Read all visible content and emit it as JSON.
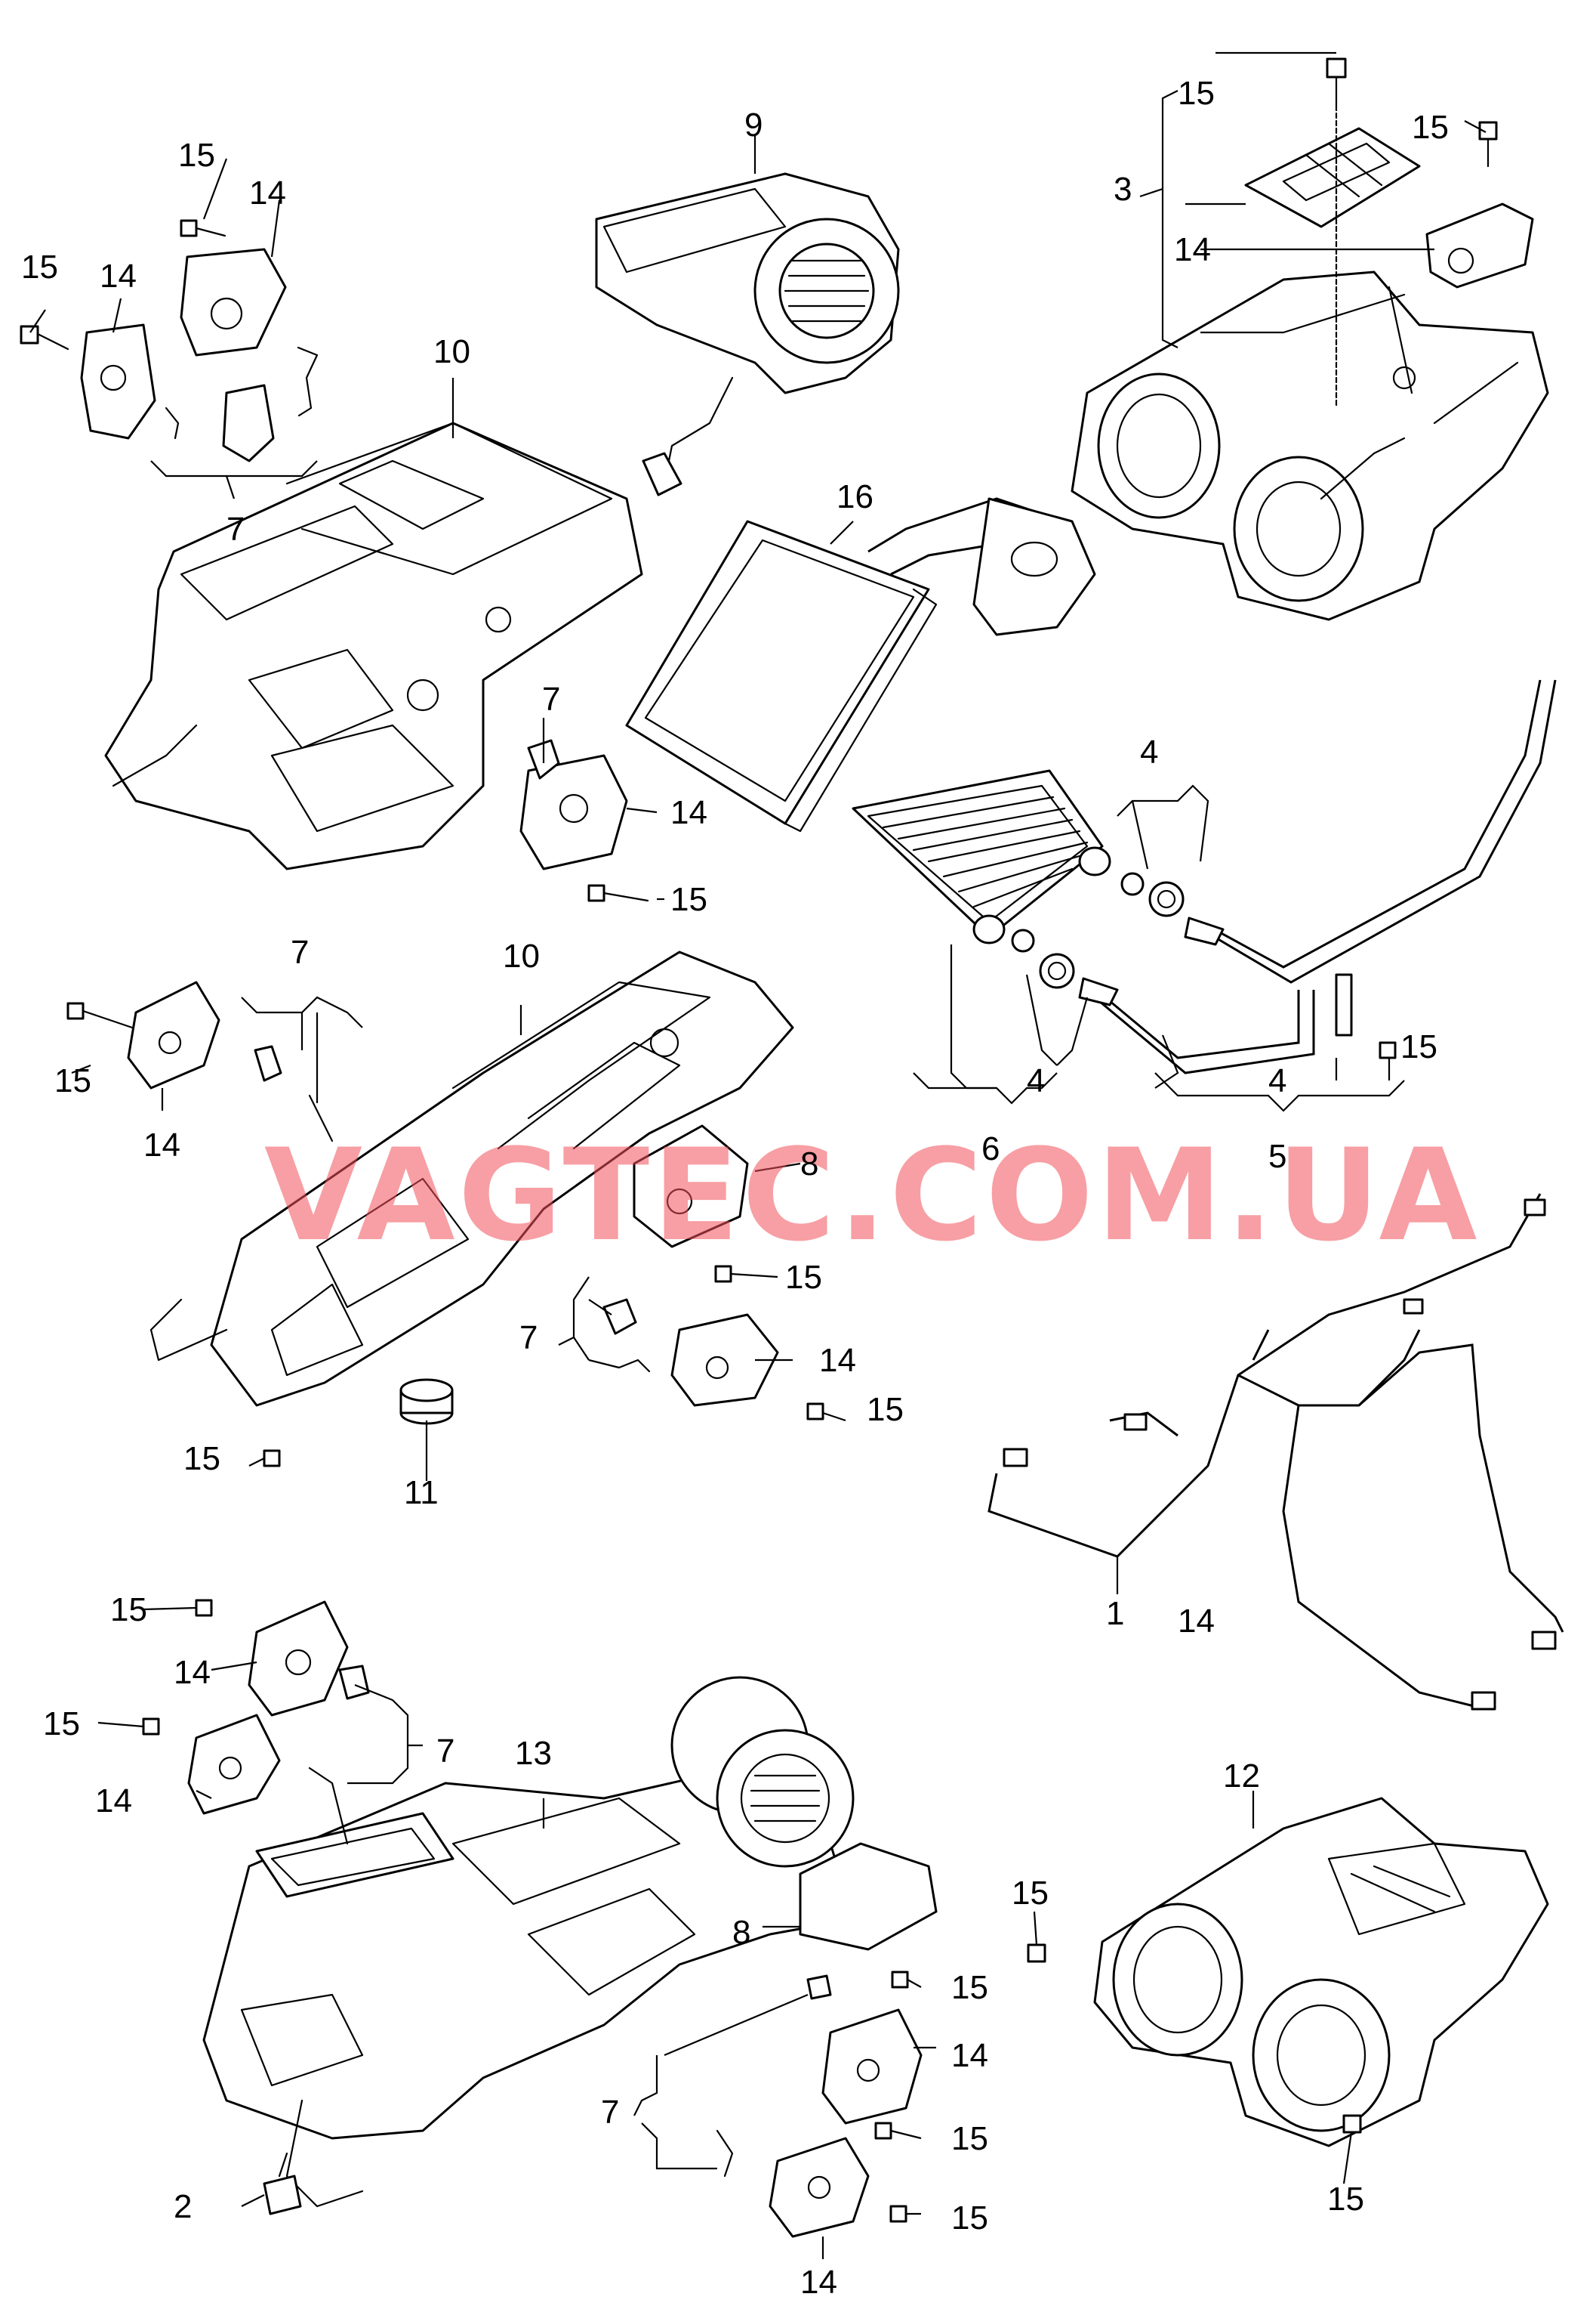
{
  "watermark": "VAGTEC.COM.UA",
  "callouts": {
    "c1": "1",
    "c2": "2",
    "c3": "3",
    "c4a": "4",
    "c4b": "4",
    "c4c": "4",
    "c5": "5",
    "c6": "6",
    "c7a": "7",
    "c7b": "7",
    "c7c": "7",
    "c7d": "7",
    "c7e": "7",
    "c7f": "7",
    "c8a": "8",
    "c8b": "8",
    "c9": "9",
    "c10a": "10",
    "c10b": "10",
    "c11": "11",
    "c12": "12",
    "c13": "13",
    "c14a": "14",
    "c14b": "14",
    "c14c": "14",
    "c14d": "14",
    "c14e": "14",
    "c14f": "14",
    "c14g": "14",
    "c14h": "14",
    "c14i": "14",
    "c14j": "14",
    "c14k": "14",
    "c15a": "15",
    "c15b": "15",
    "c15c": "15",
    "c15d": "15",
    "c15e": "15",
    "c15f": "15",
    "c15g": "15",
    "c15h": "15",
    "c15i": "15",
    "c15j": "15",
    "c15k": "15",
    "c15l": "15",
    "c15m": "15",
    "c15n": "15",
    "c15o": "15",
    "c15p": "15",
    "c15q": "15",
    "c16": "16"
  },
  "colors": {
    "line": "#000000",
    "watermark": "#f0505a"
  }
}
